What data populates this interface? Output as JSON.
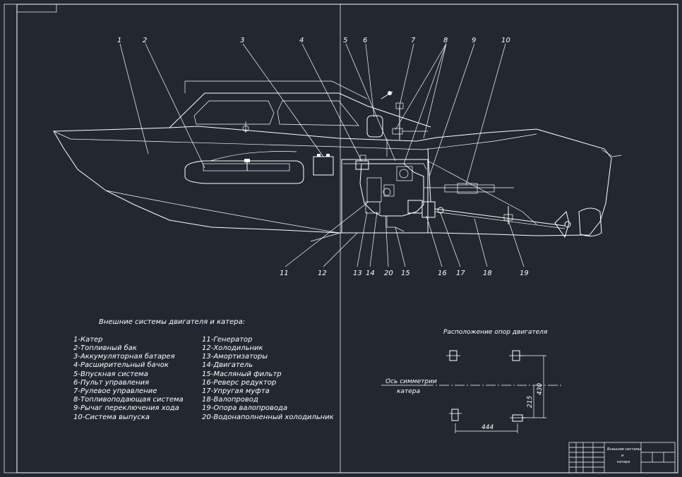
{
  "drawing": {
    "background": "#212830",
    "line_color": "#ffffff"
  },
  "callouts": [
    "1",
    "2",
    "3",
    "4",
    "5",
    "6",
    "7",
    "8",
    "9",
    "10",
    "11",
    "12",
    "13",
    "14",
    "20",
    "15",
    "16",
    "17",
    "18",
    "19"
  ],
  "legend": {
    "title": "Внешние системы двигателя и катера:",
    "col1": [
      "1-Катер",
      "2-Топливный бак",
      "3-Аккумуляторная батарея",
      "4-Расширительный бачок",
      "5-Впускная система",
      "6-Пульт управления",
      "7-Рулевое управление",
      "8-Топливоподающая система",
      "9-Рычаг переключения хода",
      "10-Система выпуска"
    ],
    "col2": [
      "11-Генератор",
      "12-Холодильник",
      "13-Амортизаторы",
      "14-Двигатель",
      "15-Масляный фильтр",
      "16-Реверс редуктор",
      "17-Упругая муфта",
      "18-Валопровод",
      "19-Опора валопровода",
      "20-Водонаполненный холодильник"
    ]
  },
  "mounts": {
    "title": "Расположение опор двигателя",
    "axis_label_1": "Ось симметрии",
    "axis_label_2": "катера",
    "dim_width": "444",
    "dim_height_full": "430",
    "dim_height_half": "215"
  },
  "title_block": {
    "line1": "Внешние системы",
    "line2": "и",
    "line3": "катера"
  }
}
